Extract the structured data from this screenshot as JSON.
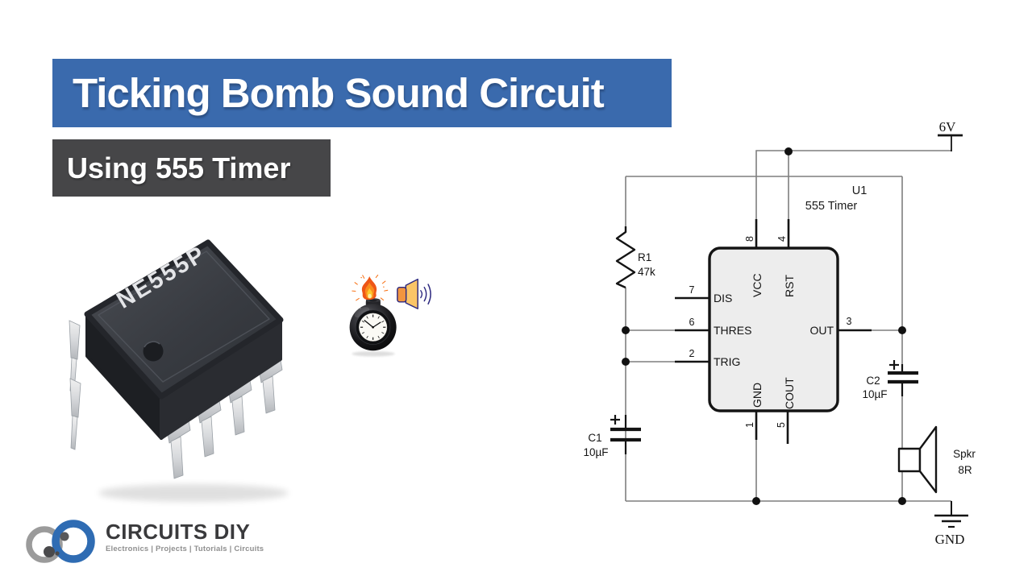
{
  "header": {
    "title": "Ticking Bomb Sound Circuit",
    "subtitle": "Using 555 Timer"
  },
  "chip": {
    "marking": "NE555P"
  },
  "schematic": {
    "supply_label": "6V",
    "ground_label": "GND",
    "ic": {
      "ref": "U1",
      "name": "555 Timer"
    },
    "resistor": {
      "ref": "R1",
      "value": "47k"
    },
    "capacitor1": {
      "ref": "C1",
      "value": "10µF"
    },
    "capacitor2": {
      "ref": "C2",
      "value": "10µF"
    },
    "speaker": {
      "ref": "Spkr",
      "value": "8R"
    },
    "pins": {
      "vcc": {
        "num": "8",
        "name": "VCC"
      },
      "rst": {
        "num": "4",
        "name": "RST"
      },
      "dis": {
        "num": "7",
        "name": "DIS"
      },
      "thres": {
        "num": "6",
        "name": "THRES"
      },
      "trig": {
        "num": "2",
        "name": "TRIG"
      },
      "out": {
        "num": "3",
        "name": "OUT"
      },
      "gnd": {
        "num": "1",
        "name": "GND"
      },
      "cout": {
        "num": "5",
        "name": "COUT"
      }
    }
  },
  "logo": {
    "brand": "CIRCUITS DIY",
    "tagline": "Electronics | Projects | Tutorials | Circuits"
  },
  "colors": {
    "title_bar": "#3a6aad",
    "subtitle_bar": "#464648",
    "speaker_body": "#f2953f",
    "speaker_cone": "#fbc567",
    "speaker_outline": "#2e2a80",
    "flame_outer": "#ee5617",
    "flame_mid": "#fb8c1e",
    "flame_inner": "#fdc92e",
    "logo_blue": "#2f6cb3",
    "logo_gray": "#9b9b9b"
  }
}
